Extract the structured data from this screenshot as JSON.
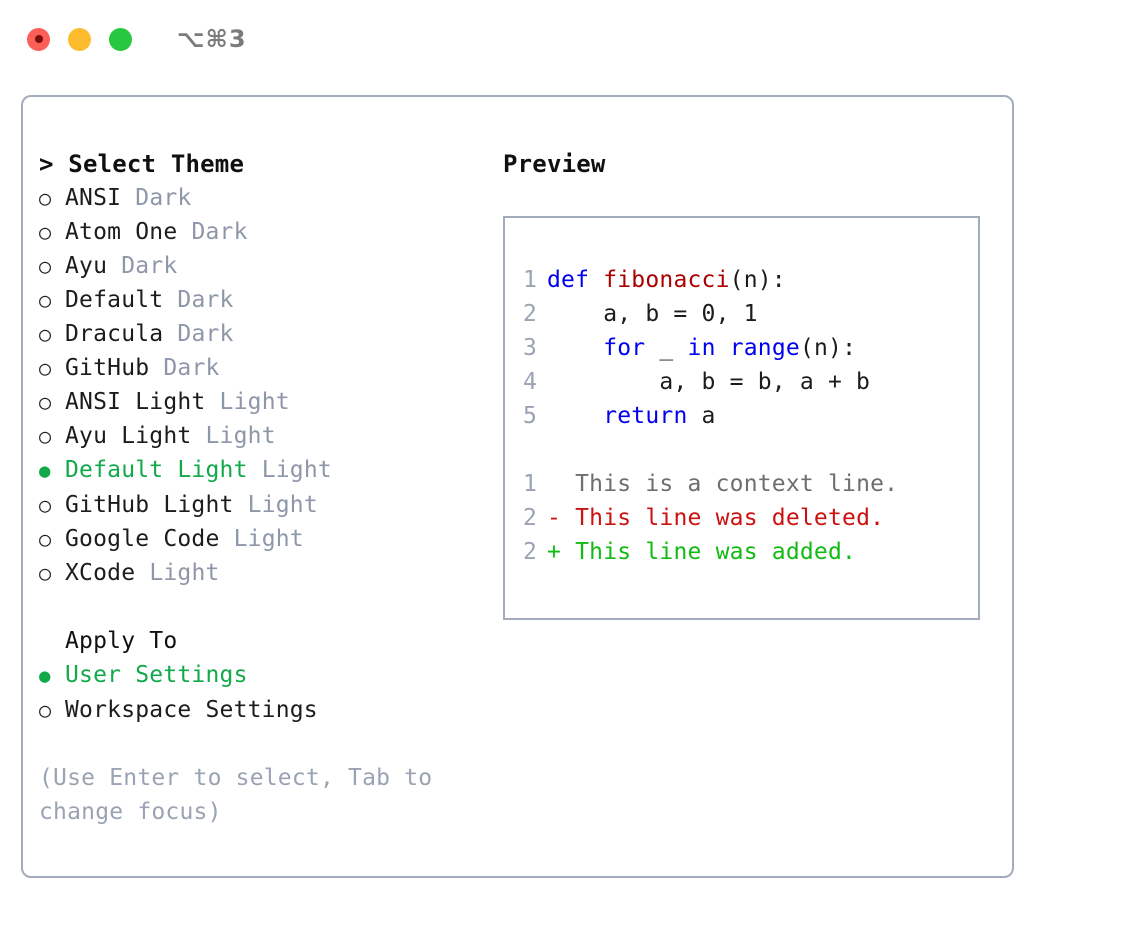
{
  "window": {
    "shortcut": "⌥⌘3",
    "traffic_lights": [
      {
        "name": "close",
        "color": "#fb5f58"
      },
      {
        "name": "minimize",
        "color": "#fdbc2e"
      },
      {
        "name": "maximize",
        "color": "#27c83f"
      }
    ]
  },
  "theme_list": {
    "header": "> Select Theme",
    "items": [
      {
        "bullet": "○",
        "name": "ANSI",
        "kind": "Dark",
        "selected": false
      },
      {
        "bullet": "○",
        "name": "Atom One",
        "kind": "Dark",
        "selected": false
      },
      {
        "bullet": "○",
        "name": "Ayu",
        "kind": "Dark",
        "selected": false
      },
      {
        "bullet": "○",
        "name": "Default",
        "kind": "Dark",
        "selected": false
      },
      {
        "bullet": "○",
        "name": "Dracula",
        "kind": "Dark",
        "selected": false
      },
      {
        "bullet": "○",
        "name": "GitHub",
        "kind": "Dark",
        "selected": false
      },
      {
        "bullet": "○",
        "name": "ANSI Light",
        "kind": "Light",
        "selected": false
      },
      {
        "bullet": "○",
        "name": "Ayu Light",
        "kind": "Light",
        "selected": false
      },
      {
        "bullet": "●",
        "name": "Default Light",
        "kind": "Light",
        "selected": true
      },
      {
        "bullet": "○",
        "name": "GitHub Light",
        "kind": "Light",
        "selected": false
      },
      {
        "bullet": "○",
        "name": "Google Code",
        "kind": "Light",
        "selected": false
      },
      {
        "bullet": "○",
        "name": "XCode",
        "kind": "Light",
        "selected": false
      }
    ]
  },
  "apply_to": {
    "header": "Apply To",
    "options": [
      {
        "bullet": "●",
        "label": "User Settings",
        "selected": true
      },
      {
        "bullet": "○",
        "label": "Workspace Settings",
        "selected": false
      }
    ]
  },
  "hint": "(Use Enter to select, Tab to change focus)",
  "preview": {
    "title": "Preview",
    "code_lines": [
      {
        "num": "1",
        "tokens": [
          {
            "t": "def ",
            "c": "kw"
          },
          {
            "t": "fibonacci",
            "c": "fn"
          },
          {
            "t": "(n):",
            "c": "plain"
          }
        ]
      },
      {
        "num": "2",
        "tokens": [
          {
            "t": "    a, b = 0, 1",
            "c": "plain"
          }
        ]
      },
      {
        "num": "3",
        "tokens": [
          {
            "t": "    ",
            "c": "plain"
          },
          {
            "t": "for",
            "c": "kw"
          },
          {
            "t": " _ ",
            "c": "plain"
          },
          {
            "t": "in",
            "c": "kw"
          },
          {
            "t": " ",
            "c": "plain"
          },
          {
            "t": "range",
            "c": "kw"
          },
          {
            "t": "(n):",
            "c": "plain"
          }
        ]
      },
      {
        "num": "4",
        "tokens": [
          {
            "t": "        a, b = b, a + b",
            "c": "plain"
          }
        ]
      },
      {
        "num": "5",
        "tokens": [
          {
            "t": "    ",
            "c": "plain"
          },
          {
            "t": "return",
            "c": "kw"
          },
          {
            "t": " a",
            "c": "plain"
          }
        ]
      }
    ],
    "diff_lines": [
      {
        "num": "1",
        "marker": " ",
        "text": "This is a context line.",
        "kind": "context"
      },
      {
        "num": "2",
        "marker": "-",
        "text": "This line was deleted.",
        "kind": "deleted"
      },
      {
        "num": "2",
        "marker": "+",
        "text": "This line was added.",
        "kind": "added"
      }
    ]
  },
  "colors": {
    "accent_green": "#12a94b",
    "muted": "#8d97a9",
    "border": "#a3acbb",
    "keyword": "#0000ee",
    "function": "#aa0000",
    "diff_add": "#12bb12",
    "diff_del": "#cc1111"
  }
}
